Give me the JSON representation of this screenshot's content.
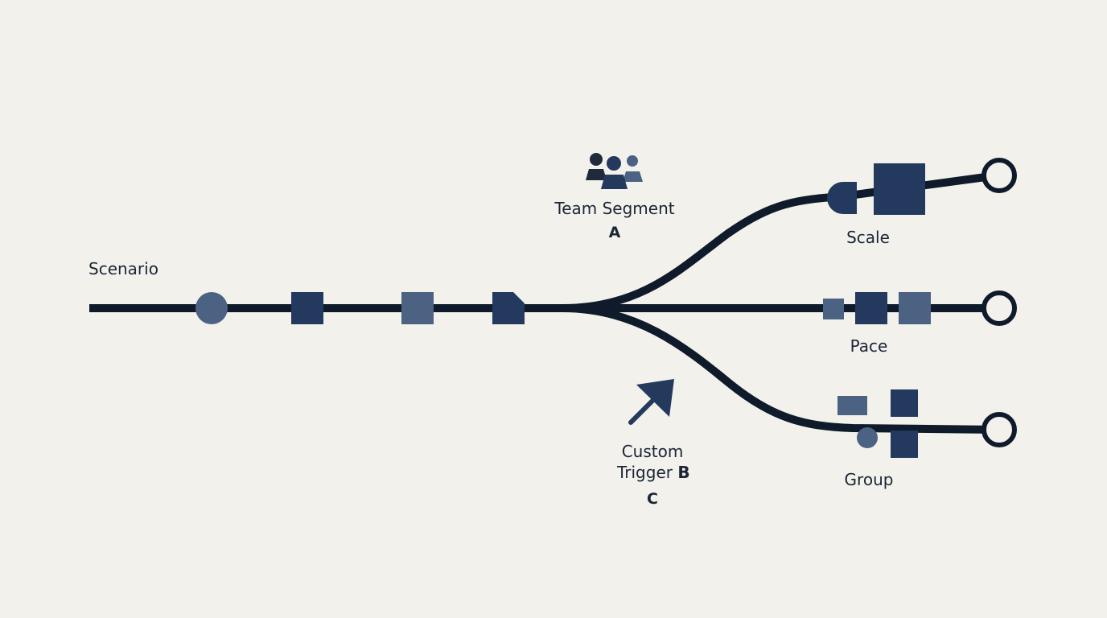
{
  "colors": {
    "background": "#f3f1eb",
    "track": "#0f1a2b",
    "navy": "#24395e",
    "slate": "#4c6283",
    "text": "#1b2536"
  },
  "labels": {
    "scenario": "Scenario",
    "team_segment": "Team Segment",
    "team_segment_letter": "A",
    "custom_trigger_line1": "Custom",
    "custom_trigger_line2": "Trigger",
    "custom_trigger_letter_b": "B",
    "custom_trigger_letter_c": "C",
    "branch_top": "Scale",
    "branch_middle": "Pace",
    "branch_bottom": "Group"
  },
  "icons": [
    "people-group-icon",
    "arrow-up-right-icon"
  ]
}
